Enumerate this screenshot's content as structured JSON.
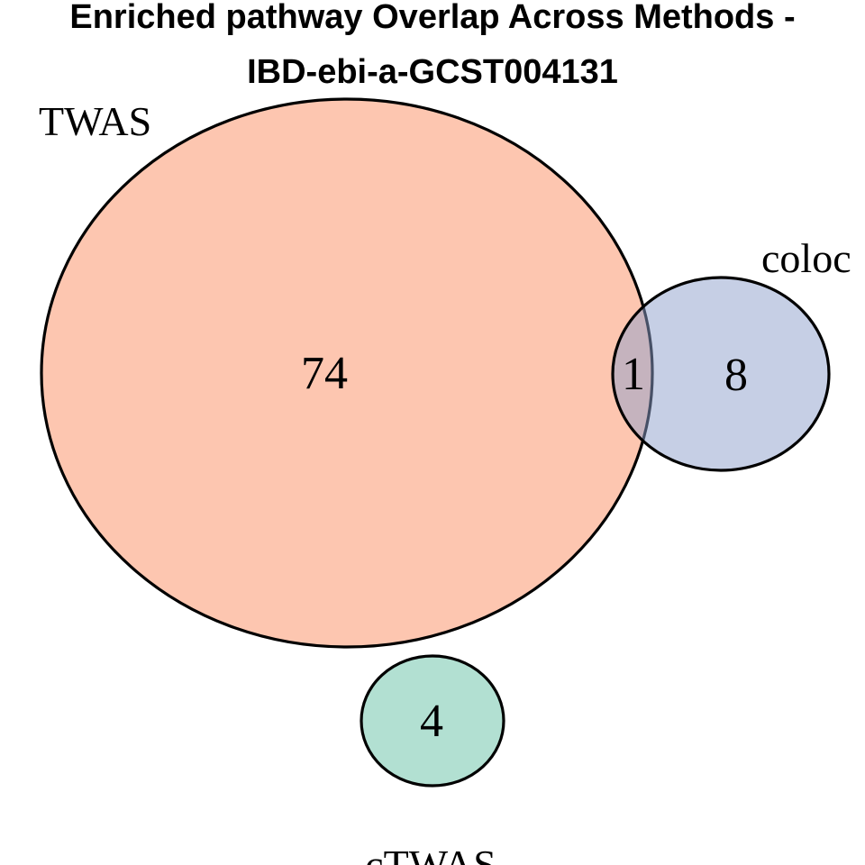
{
  "title": {
    "line1": "Enriched pathway Overlap Across Methods -",
    "line2": "IBD-ebi-a-GCST004131"
  },
  "chart_data": {
    "type": "venn",
    "title": "Enriched pathway Overlap Across Methods - IBD-ebi-a-GCST004131",
    "fill_alpha": 0.5,
    "outline_color": "#000000",
    "background_color": "#FFFFFF",
    "text_color": "#000000",
    "sets": [
      {
        "name": "TWAS",
        "color": "#FC8D62",
        "blended_fill_on_white": "#FCC6B0"
      },
      {
        "name": "coloc",
        "color": "#8DA0CB",
        "blended_fill_on_white": "#C6CFE5"
      },
      {
        "name": "cTWAS",
        "color": "#66C2A5",
        "blended_fill_on_white": "#B2E0D2"
      }
    ],
    "regions": [
      {
        "label": "TWAS only",
        "value": "74"
      },
      {
        "label": "TWAS and coloc",
        "value": "1"
      },
      {
        "label": "coloc only",
        "value": "8"
      },
      {
        "label": "cTWAS only",
        "value": "4"
      }
    ],
    "overlap_blend_color": "#C5B3BE",
    "legend_position": "none",
    "grid": false
  }
}
